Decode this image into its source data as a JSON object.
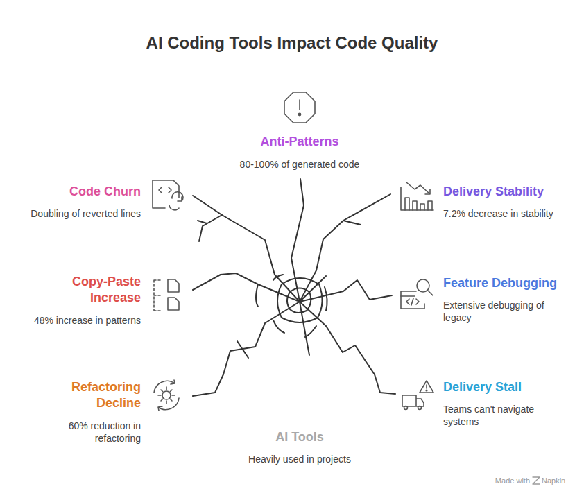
{
  "diagram": {
    "title": "AI Coding Tools Impact Code Quality",
    "labels": [
      "Anti-Patterns",
      "80-100% of generated code",
      "Code Churn",
      "Doubling of reverted lines",
      "Delivery Stability",
      "7.2% decrease in stability",
      "Copy-Paste Increase",
      "48% increase in patterns",
      "Feature Debugging",
      "Extensive debugging of legacy",
      "Refactoring Decline",
      "60% reduction in refactoring",
      "Delivery Stall",
      "Teams can't navigate systems",
      "AI Tools",
      "Heavily used in projects",
      "Made with",
      "Napkin"
    ]
  }
}
